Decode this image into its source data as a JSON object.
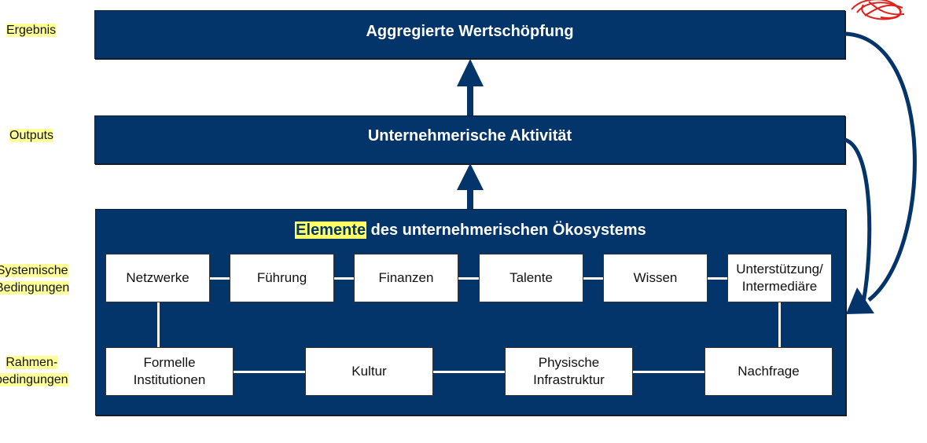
{
  "side_labels": {
    "ergebnis": "Ergebnis",
    "outputs": "Outputs",
    "systemisch_line1": "Systemische",
    "systemisch_line2": "Bedingungen",
    "rahmen_line1": "Rahmen-",
    "rahmen_line2": "bedingungen"
  },
  "top_bar": {
    "title": "Aggregierte Wertschöpfung"
  },
  "middle_bar": {
    "title": "Unternehmerische Aktivität"
  },
  "ecosystem": {
    "title_highlight": "Elemente",
    "title_rest": " des unternehmerischen Ökosystems",
    "systemic": [
      {
        "label": "Netzwerke"
      },
      {
        "label": "Führung"
      },
      {
        "label": "Finanzen"
      },
      {
        "label": "Talente"
      },
      {
        "label": "Wissen"
      },
      {
        "line1": "Unterstützung/",
        "line2": "Intermediäre"
      }
    ],
    "framework": [
      {
        "line1": "Formelle",
        "line2": "Institutionen"
      },
      {
        "label": "Kultur"
      },
      {
        "line1": "Physische",
        "line2": "Infrastruktur"
      },
      {
        "label": "Nachfrage"
      }
    ]
  },
  "colors": {
    "navy": "#03356b",
    "highlight": "#ffff66",
    "annotation": "#e0201b"
  }
}
